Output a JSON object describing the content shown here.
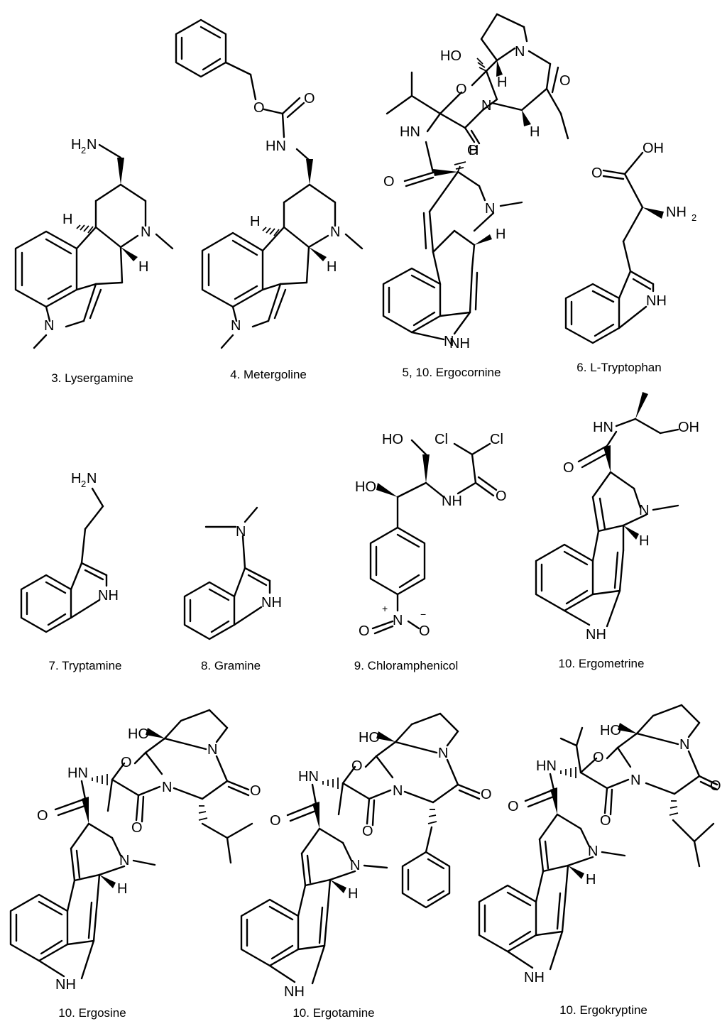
{
  "title": "",
  "atom_labels": {
    "NH": "NH",
    "N": "N",
    "H": "H",
    "HO": "HO",
    "OH": "OH",
    "O": "O",
    "HN": "HN",
    "NH2_base": "NH",
    "H2N_base": "H",
    "N_in_amine": "N",
    "two": "2",
    "Cl": "Cl",
    "plus": "+",
    "minus": "−"
  },
  "compounds": [
    {
      "id": "3",
      "name": "3. Lysergamine"
    },
    {
      "id": "4",
      "name": "4. Metergoline"
    },
    {
      "id": "5",
      "name": "5, 10. Ergocornine"
    },
    {
      "id": "6",
      "name": "6. L-Tryptophan"
    },
    {
      "id": "7",
      "name": "7. Tryptamine"
    },
    {
      "id": "8",
      "name": "8. Gramine"
    },
    {
      "id": "9",
      "name": "9. Chloramphenicol"
    },
    {
      "id": "10a",
      "name": "10. Ergometrine"
    },
    {
      "id": "10b",
      "name": "10. Ergosine"
    },
    {
      "id": "10c",
      "name": "10. Ergotamine"
    },
    {
      "id": "10d",
      "name": "10. Ergokryptine"
    }
  ]
}
